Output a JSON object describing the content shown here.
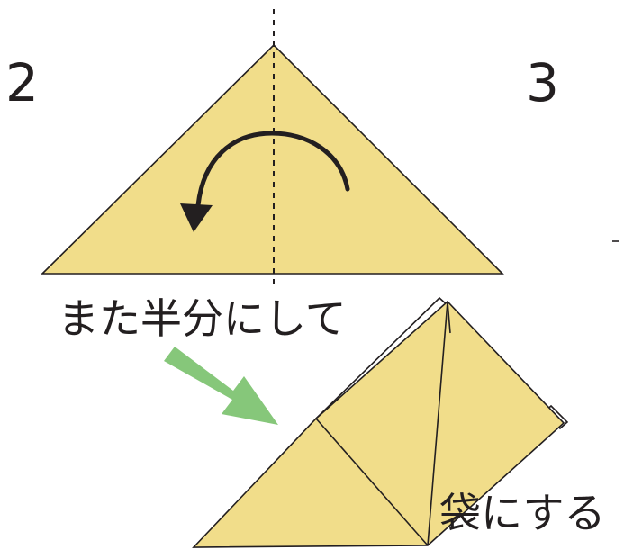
{
  "steps": [
    {
      "number": "2",
      "instruction": "また半分にして"
    },
    {
      "number": "3",
      "instruction": "袋にする"
    }
  ],
  "colors": {
    "paper": "#f1dd8a",
    "outline": "#231f20",
    "direction_arrow": "#86c77a",
    "background": "#ffffff"
  }
}
